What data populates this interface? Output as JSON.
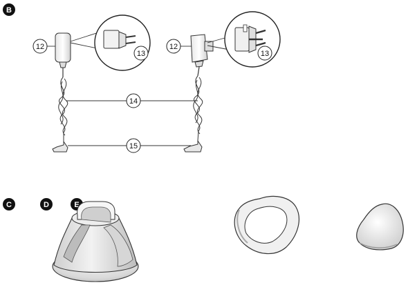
{
  "section_badges": {
    "b": "B",
    "c": "C",
    "d": "D",
    "e": "E"
  },
  "callouts": {
    "adapter_left": "12",
    "plug_left": "13",
    "adapter_right": "12",
    "plug_right": "13",
    "cord": "14",
    "connector": "15"
  }
}
